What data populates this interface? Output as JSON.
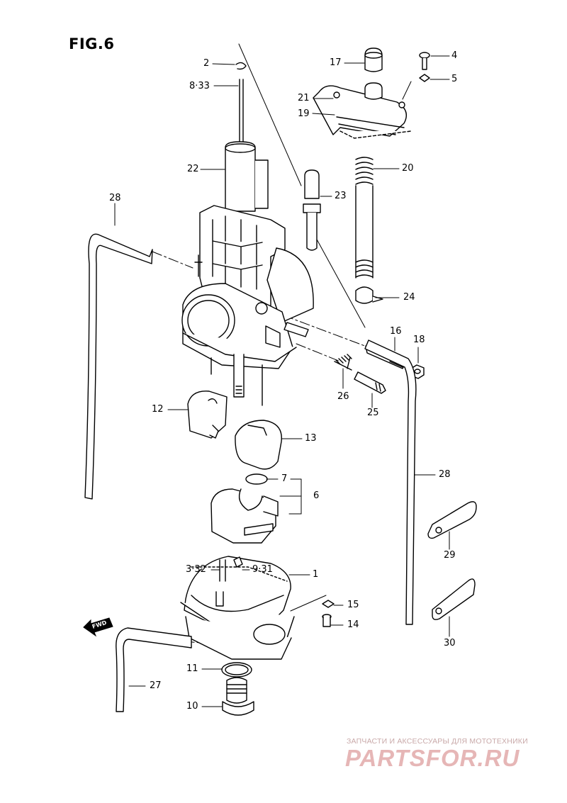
{
  "figure": {
    "title": "FIG.6"
  },
  "direction_arrow": {
    "label": "FWD"
  },
  "callouts": {
    "c1": "1",
    "c2": "2",
    "c3_32": "3·32",
    "c4": "4",
    "c5": "5",
    "c6": "6",
    "c7": "7",
    "c8_33": "8·33",
    "c9_31": "9·31",
    "c10": "10",
    "c11": "11",
    "c12": "12",
    "c13": "13",
    "c14": "14",
    "c15": "15",
    "c16": "16",
    "c17": "17",
    "c18": "18",
    "c19": "19",
    "c20": "20",
    "c21": "21",
    "c22": "22",
    "c23": "23",
    "c24": "24",
    "c25": "25",
    "c26": "26",
    "c27": "27",
    "c28a": "28",
    "c28b": "28",
    "c29": "29",
    "c30": "30"
  },
  "watermark": {
    "subtitle": "ЗАПЧАСТИ И АКСЕССУАРЫ ДЛЯ МОТОТЕХНИКИ",
    "brand": "PARTSFOR.RU"
  }
}
